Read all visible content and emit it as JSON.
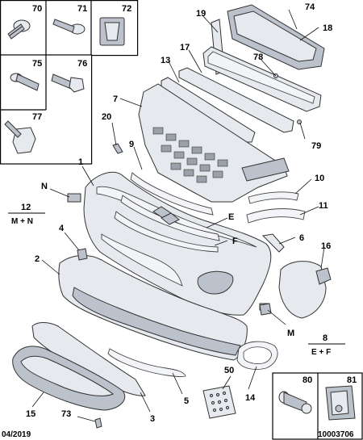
{
  "diagram": {
    "callouts": {
      "c1": "1",
      "c2": "2",
      "c3": "3",
      "c4": "4",
      "c5": "5",
      "c6": "6",
      "c7": "7",
      "c9": "9",
      "c10": "10",
      "c11": "11",
      "c13": "13",
      "c14": "14",
      "c15": "15",
      "c16": "16",
      "c17": "17",
      "c18": "18",
      "c19": "19",
      "c20": "20",
      "c50": "50",
      "c73": "73",
      "c74": "74",
      "c78": "78",
      "c79": "79",
      "cN": "N",
      "cE": "E",
      "cF": "F",
      "cM": "M"
    },
    "fastener_box": {
      "c70": "70",
      "c71": "71",
      "c72": "72",
      "c75": "75",
      "c76": "76",
      "c77": "77"
    },
    "corner_box": {
      "c80": "80",
      "c81": "81"
    },
    "kits": {
      "k12_number": "12",
      "k12_contents": "M + N",
      "k8_number": "8",
      "k8_contents": "E + F"
    },
    "footer": {
      "date": "04/2019",
      "reference": "10003706"
    }
  }
}
